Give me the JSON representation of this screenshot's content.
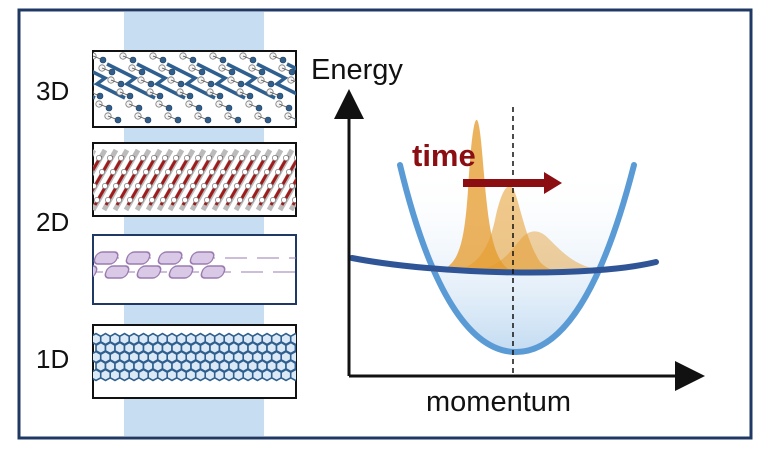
{
  "labels": {
    "dim_3d": "3D",
    "dim_2d": "2D",
    "dim_1d": "1D",
    "y_axis": "Energy",
    "x_axis": "momentum",
    "time": "time"
  },
  "colors": {
    "frame": "#1f3864",
    "highlight_band": "#bcd7f0",
    "parabola": "#5b9bd5",
    "flat_band": "#2f5597",
    "distribution": "#e59a2a",
    "time_arrow": "#8b0e12",
    "lattice_3d": "#2e5f8f",
    "lattice_2d_red": "#a01c1c",
    "lattice_2d_purple": "#9b7bb0",
    "lattice_1d": "#2e5f8f"
  },
  "icons": {
    "panel_3d": "crystal-lattice-3d-icon",
    "panel_2d_a": "layered-lattice-icon",
    "panel_2d_b": "sheet-lattice-icon",
    "panel_1d": "nanotube-icon"
  }
}
